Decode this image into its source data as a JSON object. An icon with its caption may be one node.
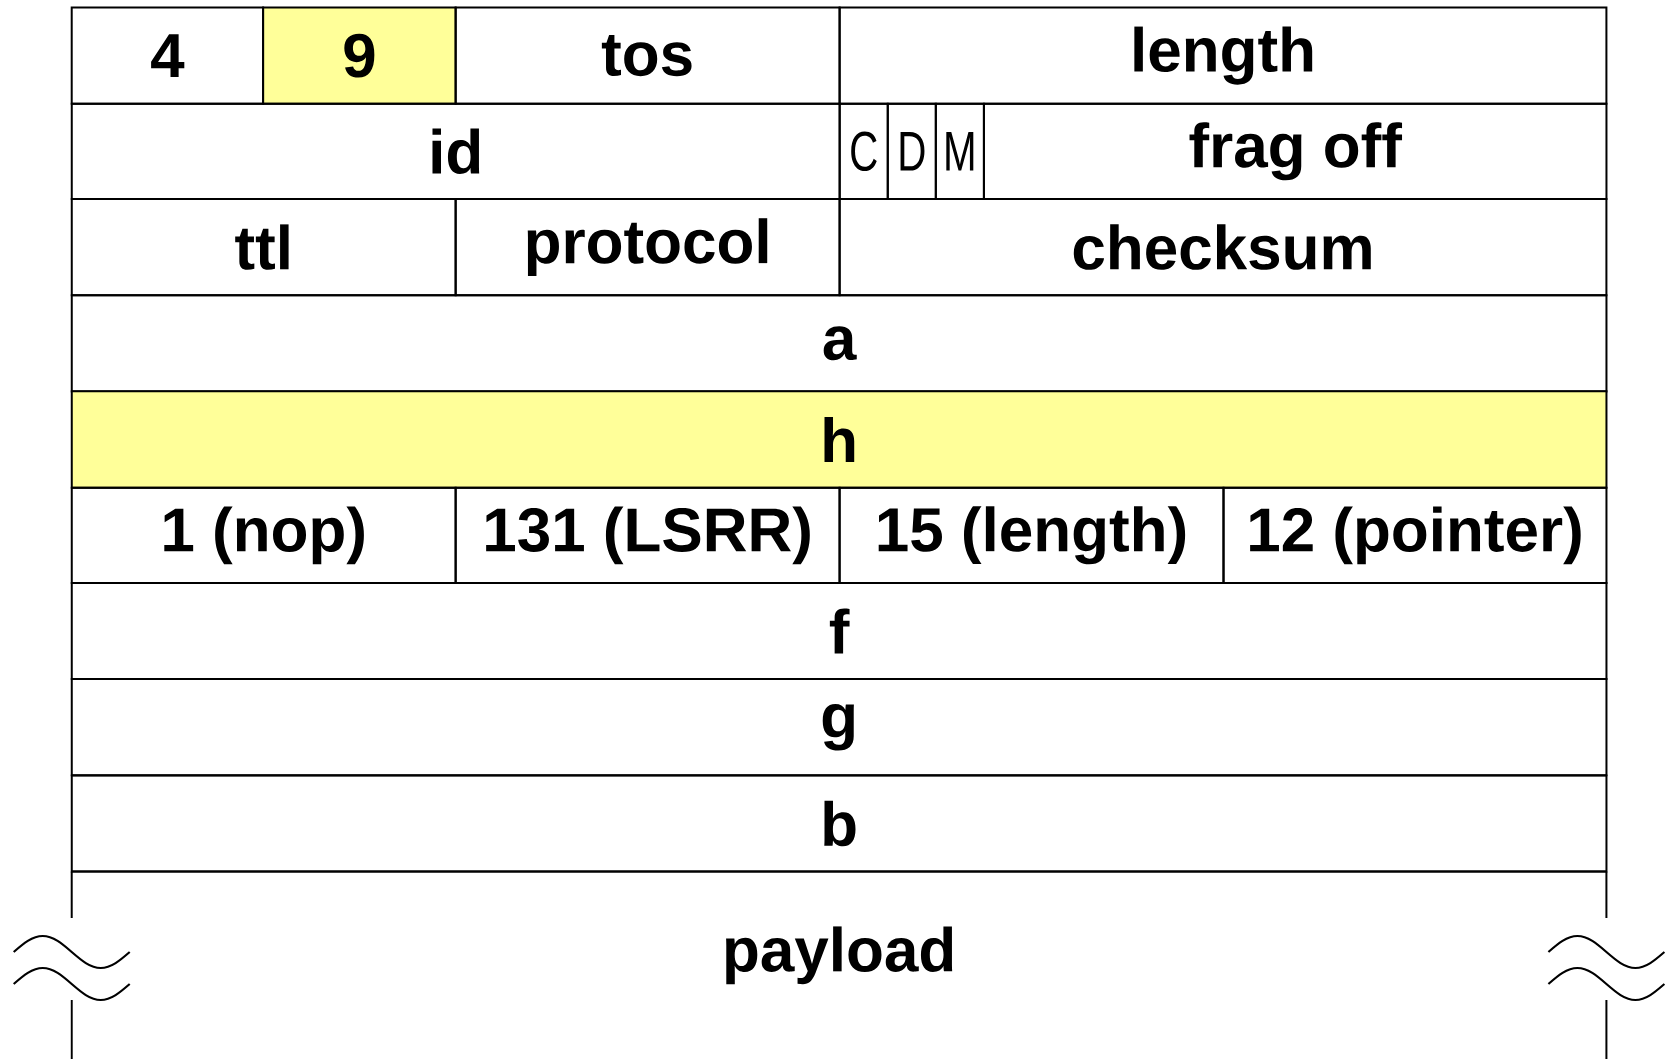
{
  "diagram": {
    "nodes": [
      {
        "text": [
          "4"
        ]
      },
      {
        "text": [
          "9"
        ]
      },
      {
        "text": [
          "tos"
        ]
      },
      {
        "text": [
          "length"
        ]
      },
      {
        "text": [
          "id"
        ]
      },
      {
        "text": [
          "C"
        ]
      },
      {
        "text": [
          "D"
        ]
      },
      {
        "text": [
          "M"
        ]
      },
      {
        "text": [
          "frag off"
        ]
      },
      {
        "text": [
          "ttl"
        ]
      },
      {
        "text": [
          "protocol"
        ]
      },
      {
        "text": [
          "checksum"
        ]
      },
      {
        "text": [
          "a"
        ]
      },
      {
        "text": [
          "h"
        ]
      },
      {
        "text": [
          "1 (nop)"
        ]
      },
      {
        "text": [
          "131 (LSRR)"
        ]
      },
      {
        "text": [
          "15 (length)"
        ]
      },
      {
        "text": [
          "12 (pointer)"
        ]
      },
      {
        "text": [
          "f"
        ]
      },
      {
        "text": [
          "g"
        ]
      },
      {
        "text": [
          "b"
        ]
      },
      {
        "text": [
          "payload"
        ]
      }
    ]
  }
}
